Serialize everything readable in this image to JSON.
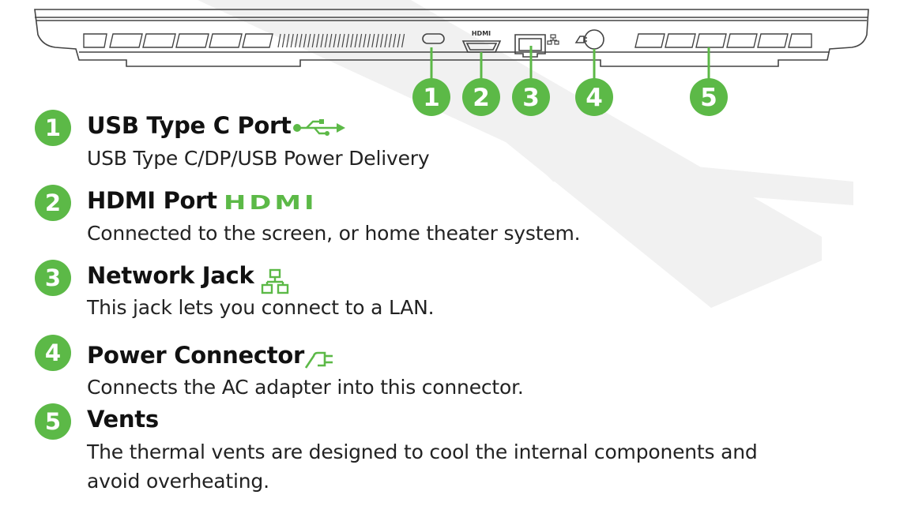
{
  "colors": {
    "accent": "#5cb947",
    "text": "#111111",
    "outline": "#555555"
  },
  "callouts": [
    "1",
    "2",
    "3",
    "4",
    "5"
  ],
  "port_labels": {
    "hdmi": "HDMI"
  },
  "items": [
    {
      "number": "1",
      "title": "USB Type C Port",
      "icon": "usb-icon",
      "description": [
        "USB Type C/DP/USB Power Delivery"
      ]
    },
    {
      "number": "2",
      "title": "HDMI Port",
      "icon": "hdmi-logo-icon",
      "icon_text": "HDMI",
      "description": [
        "Connected to the screen, or home theater system."
      ]
    },
    {
      "number": "3",
      "title": "Network Jack",
      "icon": "network-icon",
      "description": [
        "This jack lets you connect to a LAN."
      ]
    },
    {
      "number": "4",
      "title": "Power Connector",
      "icon": "power-plug-icon",
      "description": [
        "Connects the AC adapter into this connector."
      ]
    },
    {
      "number": "5",
      "title": "Vents",
      "icon": "",
      "description": [
        "The thermal vents are designed to cool the internal components and",
        "avoid overheating."
      ]
    }
  ]
}
